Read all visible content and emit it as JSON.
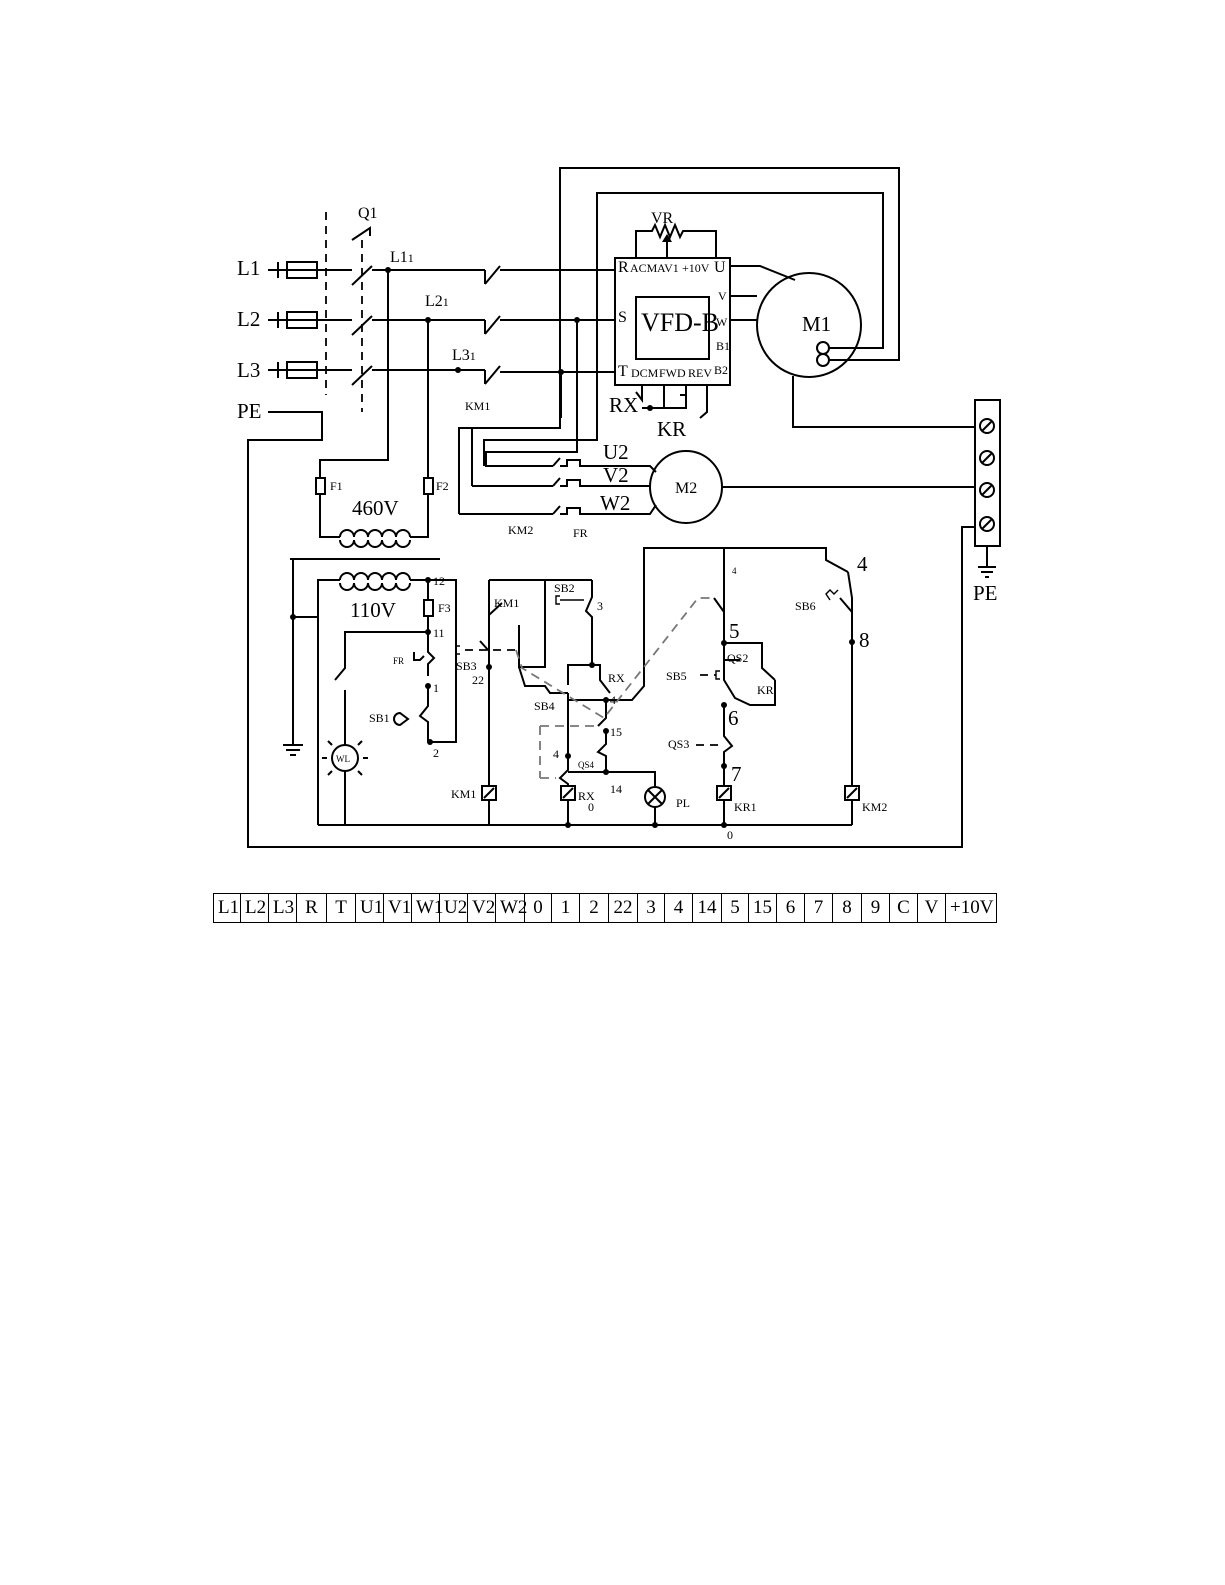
{
  "diagram": {
    "supply": {
      "l1": "L1",
      "l2": "L2",
      "l3": "L3",
      "pe": "PE",
      "q1": "Q1"
    },
    "bus": {
      "l11": "L1",
      "l21": "L2",
      "l31": "L3",
      "sub": "1"
    },
    "contactor_km1": "KM1",
    "vfd": {
      "name": "VFD-B",
      "r": "R",
      "s": "S",
      "t": "T",
      "acm": "ACM",
      "av1": "AV1",
      "p10v": "+10V",
      "u": "U",
      "v": "V",
      "w": "W",
      "b1": "B1",
      "b2": "B2",
      "dcm": "DCM",
      "fwd": "FWD",
      "rev": "REV",
      "vr": "VR",
      "rx": "RX",
      "kr": "KR"
    },
    "motor1": "M1",
    "motor2": {
      "name": "M2",
      "u2": "U2",
      "v2": "V2",
      "w2": "W2",
      "km2": "KM2",
      "fr": "FR"
    },
    "pe_block": "PE",
    "transformer": {
      "primary": "460V",
      "secondary": "110V",
      "f1": "F1",
      "f2": "F2",
      "f3": "F3"
    },
    "control": {
      "n12": "12",
      "n11": "11",
      "n1": "1",
      "n2": "2",
      "n22": "22",
      "n3": "3",
      "n4": "4",
      "n4b": "4",
      "n4c": "4",
      "n4d": "4",
      "n5": "5",
      "n6": "6",
      "n7": "7",
      "n8": "8",
      "n15": "15",
      "n14": "14",
      "n0a": "0",
      "n0b": "0",
      "fr": "FR",
      "sb1": "SB1",
      "sb2": "SB2",
      "sb3": "SB3",
      "sb4": "SB4",
      "sb5": "SB5",
      "sb6": "SB6",
      "km1_contact": "KM1",
      "rx_contact": "RX",
      "qs2": "QS2",
      "qs3": "QS3",
      "qs4": "QS4",
      "kr_contact": "KR",
      "wl": "WL",
      "pl": "PL",
      "coil_km1": "KM1",
      "coil_rx": "RX",
      "coil_kr1": "KR1",
      "coil_km2": "KM2"
    }
  },
  "terminal_strip": [
    "L1",
    "L2",
    "L3",
    "R",
    "T",
    "U1",
    "V1",
    "W1",
    "U2",
    "V2",
    "W2",
    "0",
    "1",
    "2",
    "22",
    "3",
    "4",
    "14",
    "5",
    "15",
    "6",
    "7",
    "8",
    "9",
    "C",
    "V",
    "+10V"
  ]
}
